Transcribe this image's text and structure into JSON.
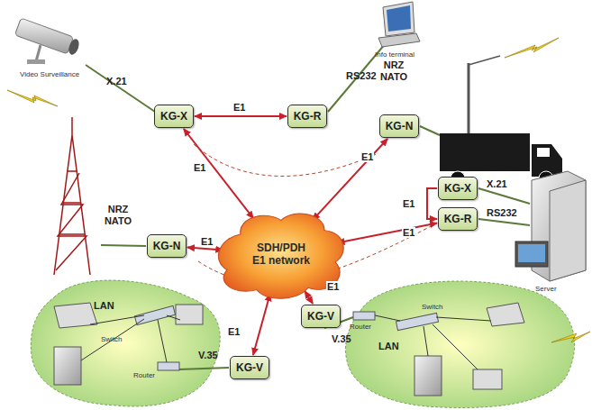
{
  "diagram": {
    "nodes": [
      {
        "text": [
          "KG-X"
        ]
      },
      {
        "text": [
          "KG-R"
        ]
      },
      {
        "text": [
          "KG-N"
        ]
      },
      {
        "text": [
          "KG-N"
        ]
      },
      {
        "text": [
          "SDH/PDH E1 network"
        ]
      },
      {
        "text": [
          "KG-X"
        ]
      },
      {
        "text": [
          "KG-R"
        ]
      },
      {
        "text": [
          "KG-V"
        ]
      },
      {
        "text": [
          "KG-V"
        ]
      }
    ],
    "edges": [
      {
        "from": 0,
        "to": 1,
        "label": "E1",
        "arrow": "both"
      },
      {
        "from": 0,
        "to": 4,
        "label": "E1",
        "arrow": "both"
      },
      {
        "from": 2,
        "to": 4,
        "label": "E1",
        "arrow": "both"
      },
      {
        "from": 3,
        "to": 4,
        "label": "E1",
        "arrow": "both"
      },
      {
        "from": 5,
        "to": 6,
        "label": "E1",
        "arrow": "to"
      },
      {
        "from": 6,
        "to": 4,
        "label": "E1",
        "arrow": "both"
      },
      {
        "from": 7,
        "to": 4,
        "label": "E1",
        "arrow": "both"
      },
      {
        "from": 8,
        "to": 4,
        "label": "E1",
        "arrow": "both"
      }
    ],
    "labels": [
      "Video Surveillance",
      "X.21",
      "Info terminal",
      "RS232",
      "NRZ NATO",
      "NRZ NATO",
      "X.21",
      "RS232",
      "Server",
      "LAN",
      "Switch",
      "Router",
      "V.35",
      "V.35",
      "Switch",
      "Router",
      "LAN"
    ]
  }
}
